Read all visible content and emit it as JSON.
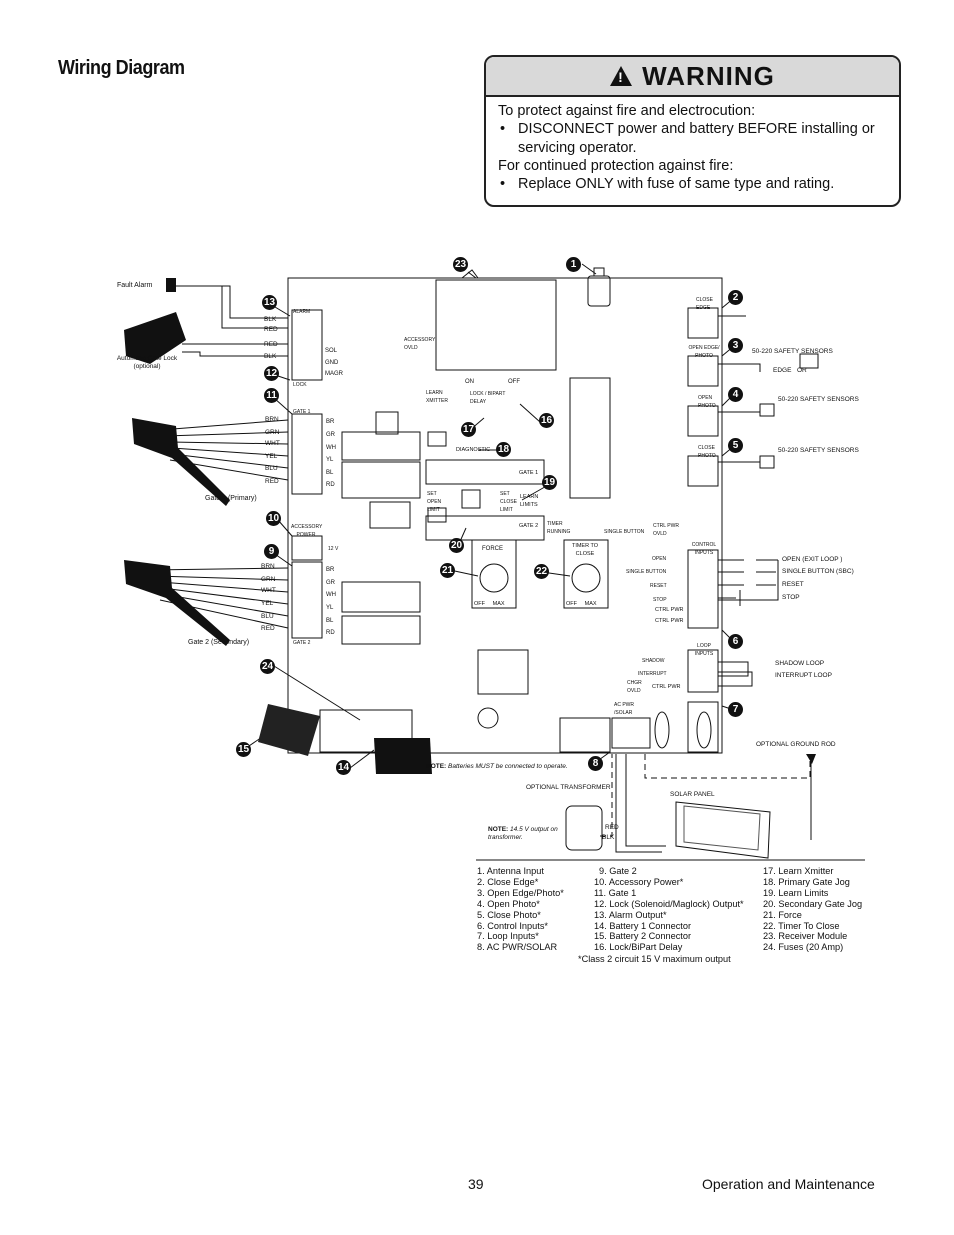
{
  "title": "Wiring Diagram",
  "warning": {
    "heading": "WARNING",
    "line1": "To protect against fire and electrocution:",
    "bullet1": "DISCONNECT power and battery BEFORE installing or servicing operator.",
    "line2": "For continued protection against fire:",
    "bullet2": "Replace ONLY with fuse of same type and rating."
  },
  "labels": {
    "fault_alarm": "Fault Alarm",
    "gate_lock": "Automatic Gate Lock (optional)",
    "gate1_primary": "Gate 1 (Primary)",
    "gate2_secondary": "Gate 2 (Secondary)",
    "safety1": "50-220 SAFETY SENSORS",
    "safety2": "50-220 SAFETY SENSORS",
    "safety3": "50-220 SAFETY SENSORS",
    "edge": "EDGE",
    "or": "OR",
    "open_exit": "OPEN (EXIT LOOP )",
    "single_button": "SINGLE BUTTON (SBC)",
    "reset": "RESET",
    "stop": "STOP",
    "shadow_loop": "SHADOW LOOP",
    "interrupt_loop": "INTERRUPT LOOP",
    "ground_rod": "OPTIONAL GROUND ROD",
    "transformer": "OPTIONAL TRANSFORMER",
    "solar_panel": "SOLAR PANEL",
    "note_batt_bold": "NOTE:",
    "note_batt": "Batteries MUST be connected to operate.",
    "note_trans_bold": "NOTE:",
    "note_trans": "14.5 V output on transformer.",
    "red": "RED",
    "blk": "BLK",
    "wires_alarm": [
      "BLK",
      "RED",
      "RED",
      "BLK"
    ],
    "wires_gate": [
      "BRN",
      "GRN",
      "WHT",
      "YEL",
      "BLU",
      "RED"
    ],
    "board": {
      "alarm": "ALARM",
      "lock": "LOCK",
      "gate1": "GATE 1",
      "gate2": "GATE 2",
      "accessory_power": "ACCESSORY POWER",
      "sol": "SOL",
      "gnd": "GND",
      "magr": "MAGR",
      "lock_bipart": "LOCK / BIPART DELAY",
      "on": "ON",
      "off": "OFF",
      "learn_xmitter": "LEARN XMITTER",
      "diagnostic": "DIAGNOSTIC",
      "gate1_btn": "GATE 1",
      "gate2_btn": "GATE 2",
      "set_open": "SET OPEN LIMIT",
      "set_close": "SET CLOSE LIMIT",
      "learn_limits": "LEARN LIMITS",
      "timer_running": "TIMER RUNNING",
      "force": "FORCE",
      "timer_close": "TIMER TO CLOSE",
      "off_max1": "OFF     MAX",
      "off_max2": "OFF     MAX",
      "single_btn": "SINGLE BUTTON",
      "ctrl_pwr_ovld": "CTRL PWR OVLD",
      "control_inputs": "CONTROL INPUTS",
      "open": "OPEN",
      "single": "SINGLE BUTTON",
      "reset": "RESET",
      "stop": "STOP",
      "ctrl_pwr1": "CTRL PWR",
      "ctrl_pwr2": "CTRL PWR",
      "loop_inputs": "LOOP INPUTS",
      "shadow": "SHADOW",
      "interrupt": "INTERRUPT",
      "ctrl_pwr3": "CTRL PWR",
      "chgr_ovld": "CHGR OVLD",
      "ac_pwr_solar": "AC PWR /SOLAR",
      "close_edge": "CLOSE EDGE",
      "open_edge_photo": "OPEN EDGE/ PHOTO",
      "open_photo": "OPEN PHOTO",
      "close_photo": "CLOSE PHOTO",
      "accessory_ovld": "ACCESSORY OVLD",
      "v12": "12 V",
      "gate_wires": [
        "BR",
        "GR",
        "WH",
        "YL",
        "BL",
        "RD"
      ]
    }
  },
  "callouts": [
    "1",
    "2",
    "3",
    "4",
    "5",
    "6",
    "7",
    "8",
    "9",
    "10",
    "11",
    "12",
    "13",
    "14",
    "15",
    "16",
    "17",
    "18",
    "19",
    "20",
    "21",
    "22",
    "23",
    "24"
  ],
  "legend": {
    "col1": [
      "1. Antenna Input",
      "2. Close Edge*",
      "3. Open Edge/Photo*",
      "4. Open Photo*",
      "5. Close Photo*",
      "6. Control Inputs*",
      "7. Loop Inputs*",
      "8. AC PWR/SOLAR"
    ],
    "col2": [
      "9. Gate 2",
      "10. Accessory Power*",
      "11. Gate 1",
      "12. Lock (Solenoid/Maglock) Output*",
      "13. Alarm Output*",
      "14. Battery 1 Connector",
      "15. Battery 2 Connector",
      "16. Lock/BiPart Delay"
    ],
    "col3": [
      "17. Learn Xmitter",
      "18. Primary Gate Jog",
      "19. Learn Limits",
      "20. Secondary Gate Jog",
      "21. Force",
      "22. Timer To Close",
      "23. Receiver Module",
      "24. Fuses (20 Amp)"
    ],
    "footnote": "*Class 2 circuit 15 V maximum output"
  },
  "footer": {
    "page": "39",
    "section": "Operation and Maintenance"
  }
}
